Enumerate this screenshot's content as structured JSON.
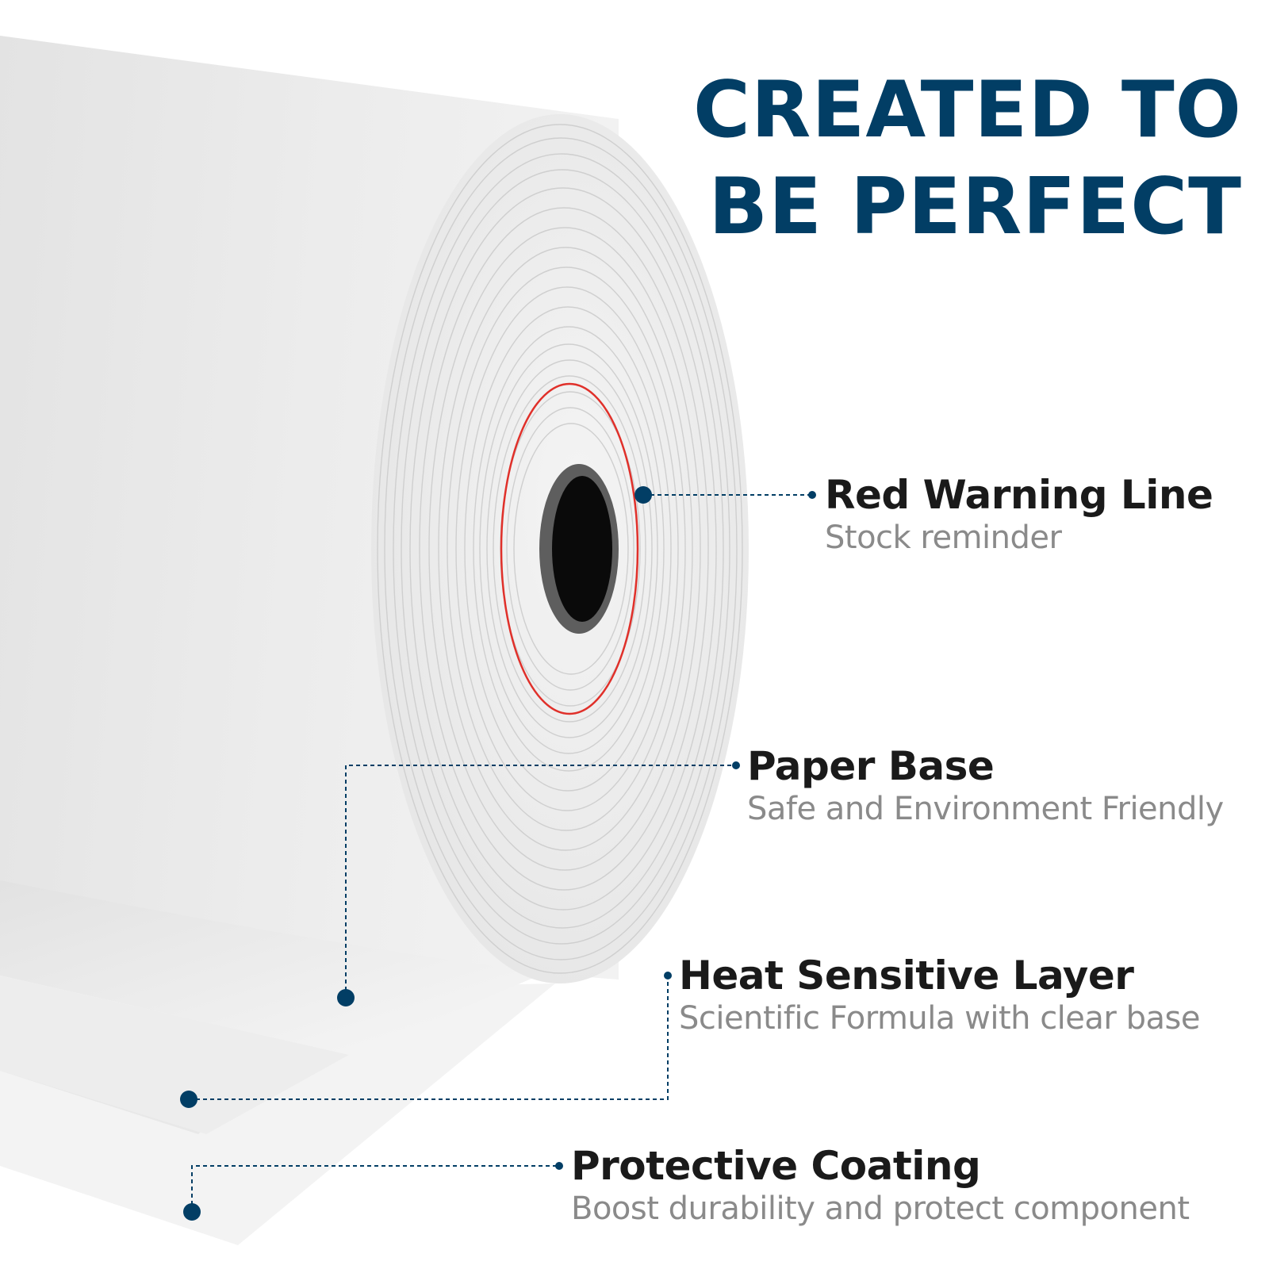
{
  "headline": {
    "line1": "CREATED TO",
    "line2": "BE PERFECT"
  },
  "colors": {
    "accent": "#023e65",
    "warning_line": "#e0302a",
    "title_text": "#1a1a1a",
    "subtitle_text": "#8a8a8a"
  },
  "callouts": [
    {
      "title": "Red Warning Line",
      "subtitle": "Stock reminder"
    },
    {
      "title": "Paper Base",
      "subtitle": "Safe and Environment Friendly"
    },
    {
      "title": "Heat Sensitive Layer",
      "subtitle": "Scientific Formula with clear base"
    },
    {
      "title": "Protective Coating",
      "subtitle": "Boost durability and protect component"
    }
  ]
}
